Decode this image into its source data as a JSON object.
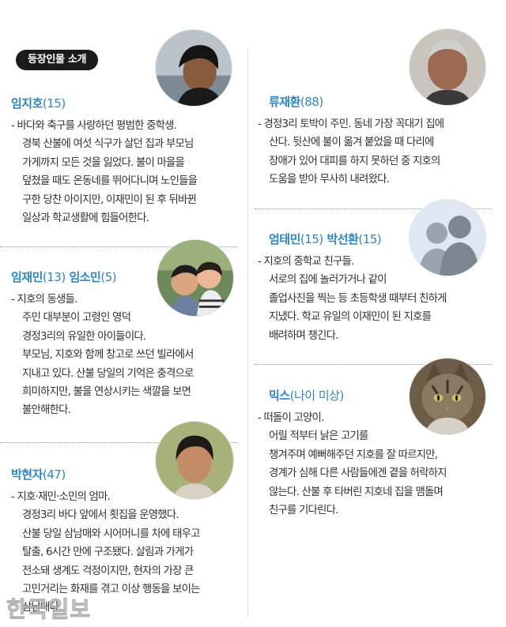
{
  "header": {
    "badge_label": "등장인물 소개"
  },
  "characters": [
    {
      "id": "jiho",
      "name": "임지호",
      "age": "(15)",
      "lines": [
        "- 바다와 축구를 사랑하던 평범한 중학생.",
        "경북 산불에 여섯 식구가 살던 집과 부모님",
        "가게까지 모든 것을 잃었다. 불이 마을을",
        "덮쳤을 때도 온동네를 뛰어다니며 노인들을",
        "구한 당찬 아이지만, 이재민이 된 후 뒤바뀐",
        "일상과 학교생활에 힘들어한다."
      ]
    },
    {
      "id": "jaemin-somin",
      "name": "임재민",
      "age": "(13)",
      "name2": "임소민",
      "age2": "(5)",
      "lines": [
        "- 지호의 동생들.",
        "주민 대부분이 고령인 영덕",
        "경정3리의 유일한 아이들이다.",
        "부모님, 지호와 함께 창고로 쓰던 빌라에서",
        "지내고 있다. 산불 당일의 기억은 충격으로",
        "희미하지만, 불을 연상시키는 색깔을 보면",
        "불안해한다."
      ]
    },
    {
      "id": "hyunja",
      "name": "박현자",
      "age": "(47)",
      "lines": [
        "- 지호·재민·소민의 엄마.",
        "경정3리 바다 앞에서 횟집을 운영했다.",
        "산불 당일 삼남매와 시어머니를 차에 태우고",
        "탈출, 6시간 만에 구조됐다. 살림과 가게가",
        "전소돼 생계도 걱정이지만, 현자의 가장 큰",
        "고민거리는 화재를 겪고 이상 행동을 보이는",
        "삼남매다."
      ]
    },
    {
      "id": "jaehwan",
      "name": "류재환",
      "age": "(88)",
      "lines": [
        "- 경정3리 토박이 주민. 동네 가장 꼭대기 집에",
        "산다. 뒷산에 불이 옮겨 붙었을 때 다리에",
        "장애가 있어 대피를 하지 못하던 중 지호의",
        "도움을 받아 무사히 내려왔다."
      ]
    },
    {
      "id": "friends",
      "name": "엄태민",
      "age": "(15)",
      "name2": "박선환",
      "age2": "(15)",
      "lines": [
        "- 지호의 중학교 친구들.",
        "서로의 집에 놀러가거나 같이",
        "졸업사진을 찍는 등 초등학생 때부터 친하게",
        "지냈다. 학교 유일의 이재민이 된 지호를",
        "배려하며 챙긴다."
      ]
    },
    {
      "id": "mix",
      "name": "믹스",
      "age": "(나이 미상)",
      "lines": [
        "- 떠돌이 고양이.",
        "어릴 적부터 낡은 고기를",
        "챙겨주며 예뻐해주던 지호를 잘 따르지만,",
        "경계가 심해 다른 사람들에겐 곁을 허락하지",
        "않는다. 산불 후 타버린 지호네 집을 맴돌며",
        "친구를 기다린다."
      ]
    }
  ],
  "watermark": "한국일보",
  "colors": {
    "name": "#2a86c8",
    "badge": "#1b1b1b",
    "text": "#2f2f2f"
  }
}
